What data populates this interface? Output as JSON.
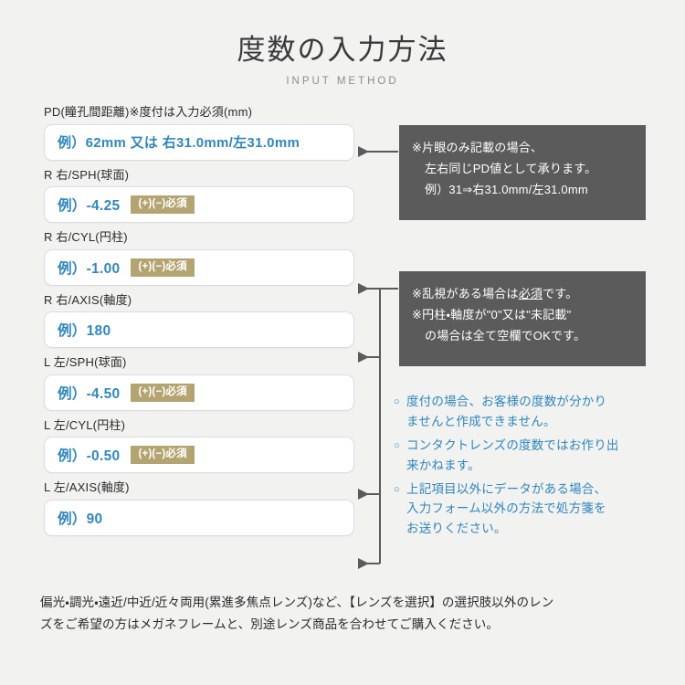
{
  "header": {
    "title": "度数の入力方法",
    "subtitle": "INPUT METHOD"
  },
  "colors": {
    "background": "#f2f2f1",
    "accent_blue": "#2f87bf",
    "badge_khaki": "#b4a471",
    "note_gray": "#5b5b5b",
    "field_border": "#dcdcdc",
    "title_gray": "#3a3a3a"
  },
  "form": {
    "fields": [
      {
        "label": "PD(瞳孔間距離)※度付は入力必須(mm)",
        "placeholder": "例）62mm 又は 右31.0mm/左31.0mm",
        "badge": "",
        "has_arrow": true
      },
      {
        "label": "R 右/SPH(球面)",
        "placeholder": "例）-4.25",
        "badge": "(+)(−)必須",
        "has_arrow": false
      },
      {
        "label": "R 右/CYL(円柱)",
        "placeholder": "例）-1.00",
        "badge": "(+)(−)必須",
        "has_arrow": true
      },
      {
        "label": "R 右/AXIS(軸度)",
        "placeholder": "例）180",
        "badge": "",
        "has_arrow": true
      },
      {
        "label": "L 左/SPH(球面)",
        "placeholder": "例）-4.50",
        "badge": "(+)(−)必須",
        "has_arrow": false
      },
      {
        "label": "L 左/CYL(円柱)",
        "placeholder": "例）-0.50",
        "badge": "(+)(−)必須",
        "has_arrow": true
      },
      {
        "label": "L 左/AXIS(軸度)",
        "placeholder": "例）90",
        "badge": "",
        "has_arrow": true
      }
    ]
  },
  "notes": {
    "pd_note": {
      "line1": "※片眼のみ記載の場合、",
      "line2": "左右同じPD値として承ります。",
      "line3": "例）31⇒右31.0mm/左31.0mm"
    },
    "cyl_note": {
      "line1_pre": "※乱視がある場合は",
      "line1_underline": "必須",
      "line1_post": "です。",
      "line2": "※円柱・軸度が\"0\"又は\"未記載\"",
      "line3": "の場合は全て空欄でOKです。"
    }
  },
  "bullets": [
    {
      "marker": "○",
      "line1": "度付の場合、お客様の度数が分かり",
      "line2": "ませんと作成できません。",
      "line3": ""
    },
    {
      "marker": "○",
      "line1": "コンタクトレンズの度数ではお作り出",
      "line2": "来かねます。",
      "line3": ""
    },
    {
      "marker": "○",
      "line1": "上記項目以外にデータがある場合、",
      "line2": "入力フォーム以外の方法で処方箋を",
      "line3": "お送りください。"
    }
  ],
  "footer": {
    "line1": "偏光・調光・遠近/中近/近々両用(累進多焦点レンズ)など、【レンズを選択】の選択肢以外のレン",
    "line2": "ズをご希望の方はメガネフレームと、別途レンズ商品を合わせてご購入ください。"
  }
}
